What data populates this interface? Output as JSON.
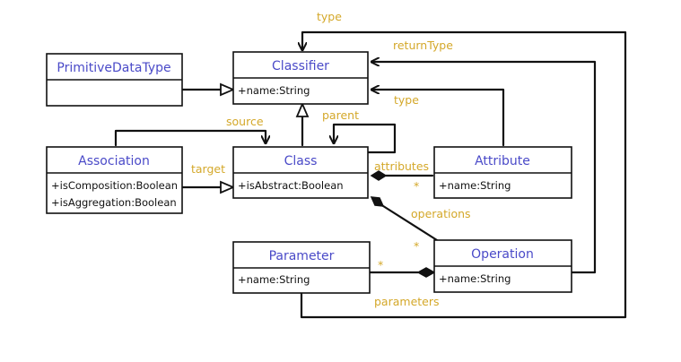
{
  "colors": {
    "class_title": "#4a4ac8",
    "edge_label": "#d4a82a",
    "line": "#111111",
    "box_fill": "#ffffff"
  },
  "classes": {
    "primitive_data_type": {
      "name": "PrimitiveDataType",
      "attributes": []
    },
    "classifier": {
      "name": "Classifier",
      "attributes": [
        "+name:String"
      ]
    },
    "association": {
      "name": "Association",
      "attributes": [
        "+isComposition:Boolean",
        "+isAggregation:Boolean"
      ]
    },
    "class": {
      "name": "Class",
      "attributes": [
        "+isAbstract:Boolean"
      ]
    },
    "attribute": {
      "name": "Attribute",
      "attributes": [
        "+name:String"
      ]
    },
    "parameter": {
      "name": "Parameter",
      "attributes": [
        "+name:String"
      ]
    },
    "operation": {
      "name": "Operation",
      "attributes": [
        "+name:String"
      ]
    }
  },
  "edge_labels": {
    "type_top": "type",
    "return_type": "returnType",
    "type_attribute": "type",
    "source": "source",
    "parent": "parent",
    "target": "target",
    "attributes": "attributes",
    "attributes_mult": "*",
    "operations": "operations",
    "operations_mult": "*",
    "parameters_mult": "*",
    "parameters": "parameters"
  }
}
